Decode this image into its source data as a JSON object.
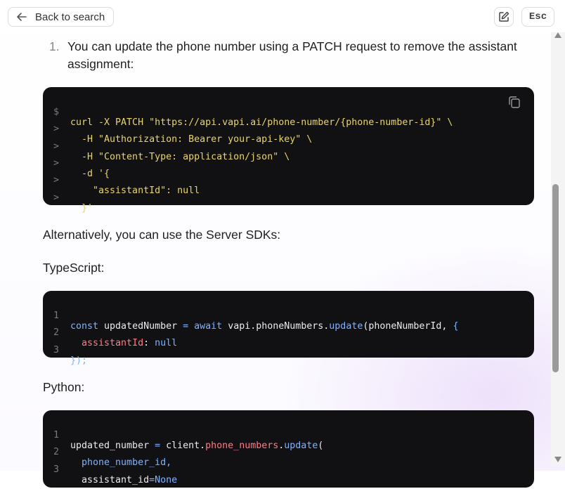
{
  "header": {
    "back_label": "Back to search",
    "esc_label": "Esc"
  },
  "step": {
    "number": "1.",
    "text": "You can update the phone number using a PATCH request to remove the assistant assignment:"
  },
  "curl": {
    "prompt": "$",
    "cont": ">",
    "lines": [
      "curl -X PATCH \"https://api.vapi.ai/phone-number/{phone-number-id}\" \\",
      "  -H \"Authorization: Bearer your-api-key\" \\",
      "  -H \"Content-Type: application/json\" \\",
      "  -d '{",
      "    \"assistantId\": null",
      "  }'"
    ]
  },
  "alt_text": "Alternatively, you can use the Server SDKs:",
  "typescript": {
    "label": "TypeScript:",
    "line_numbers": [
      "1",
      "2",
      "3"
    ],
    "lines": [
      "const updatedNumber = await vapi.phoneNumbers.update(phoneNumberId, {",
      "  assistantId: null",
      "});"
    ]
  },
  "python": {
    "label": "Python:",
    "line_numbers": [
      "1",
      "2",
      "3"
    ],
    "lines": [
      "updated_number = client.phone_numbers.update(",
      "  phone_number_id,",
      "  assistant_id=None"
    ]
  },
  "icons": {
    "back": "arrow-left-icon",
    "edit": "edit-icon",
    "copy": "copy-icon"
  }
}
